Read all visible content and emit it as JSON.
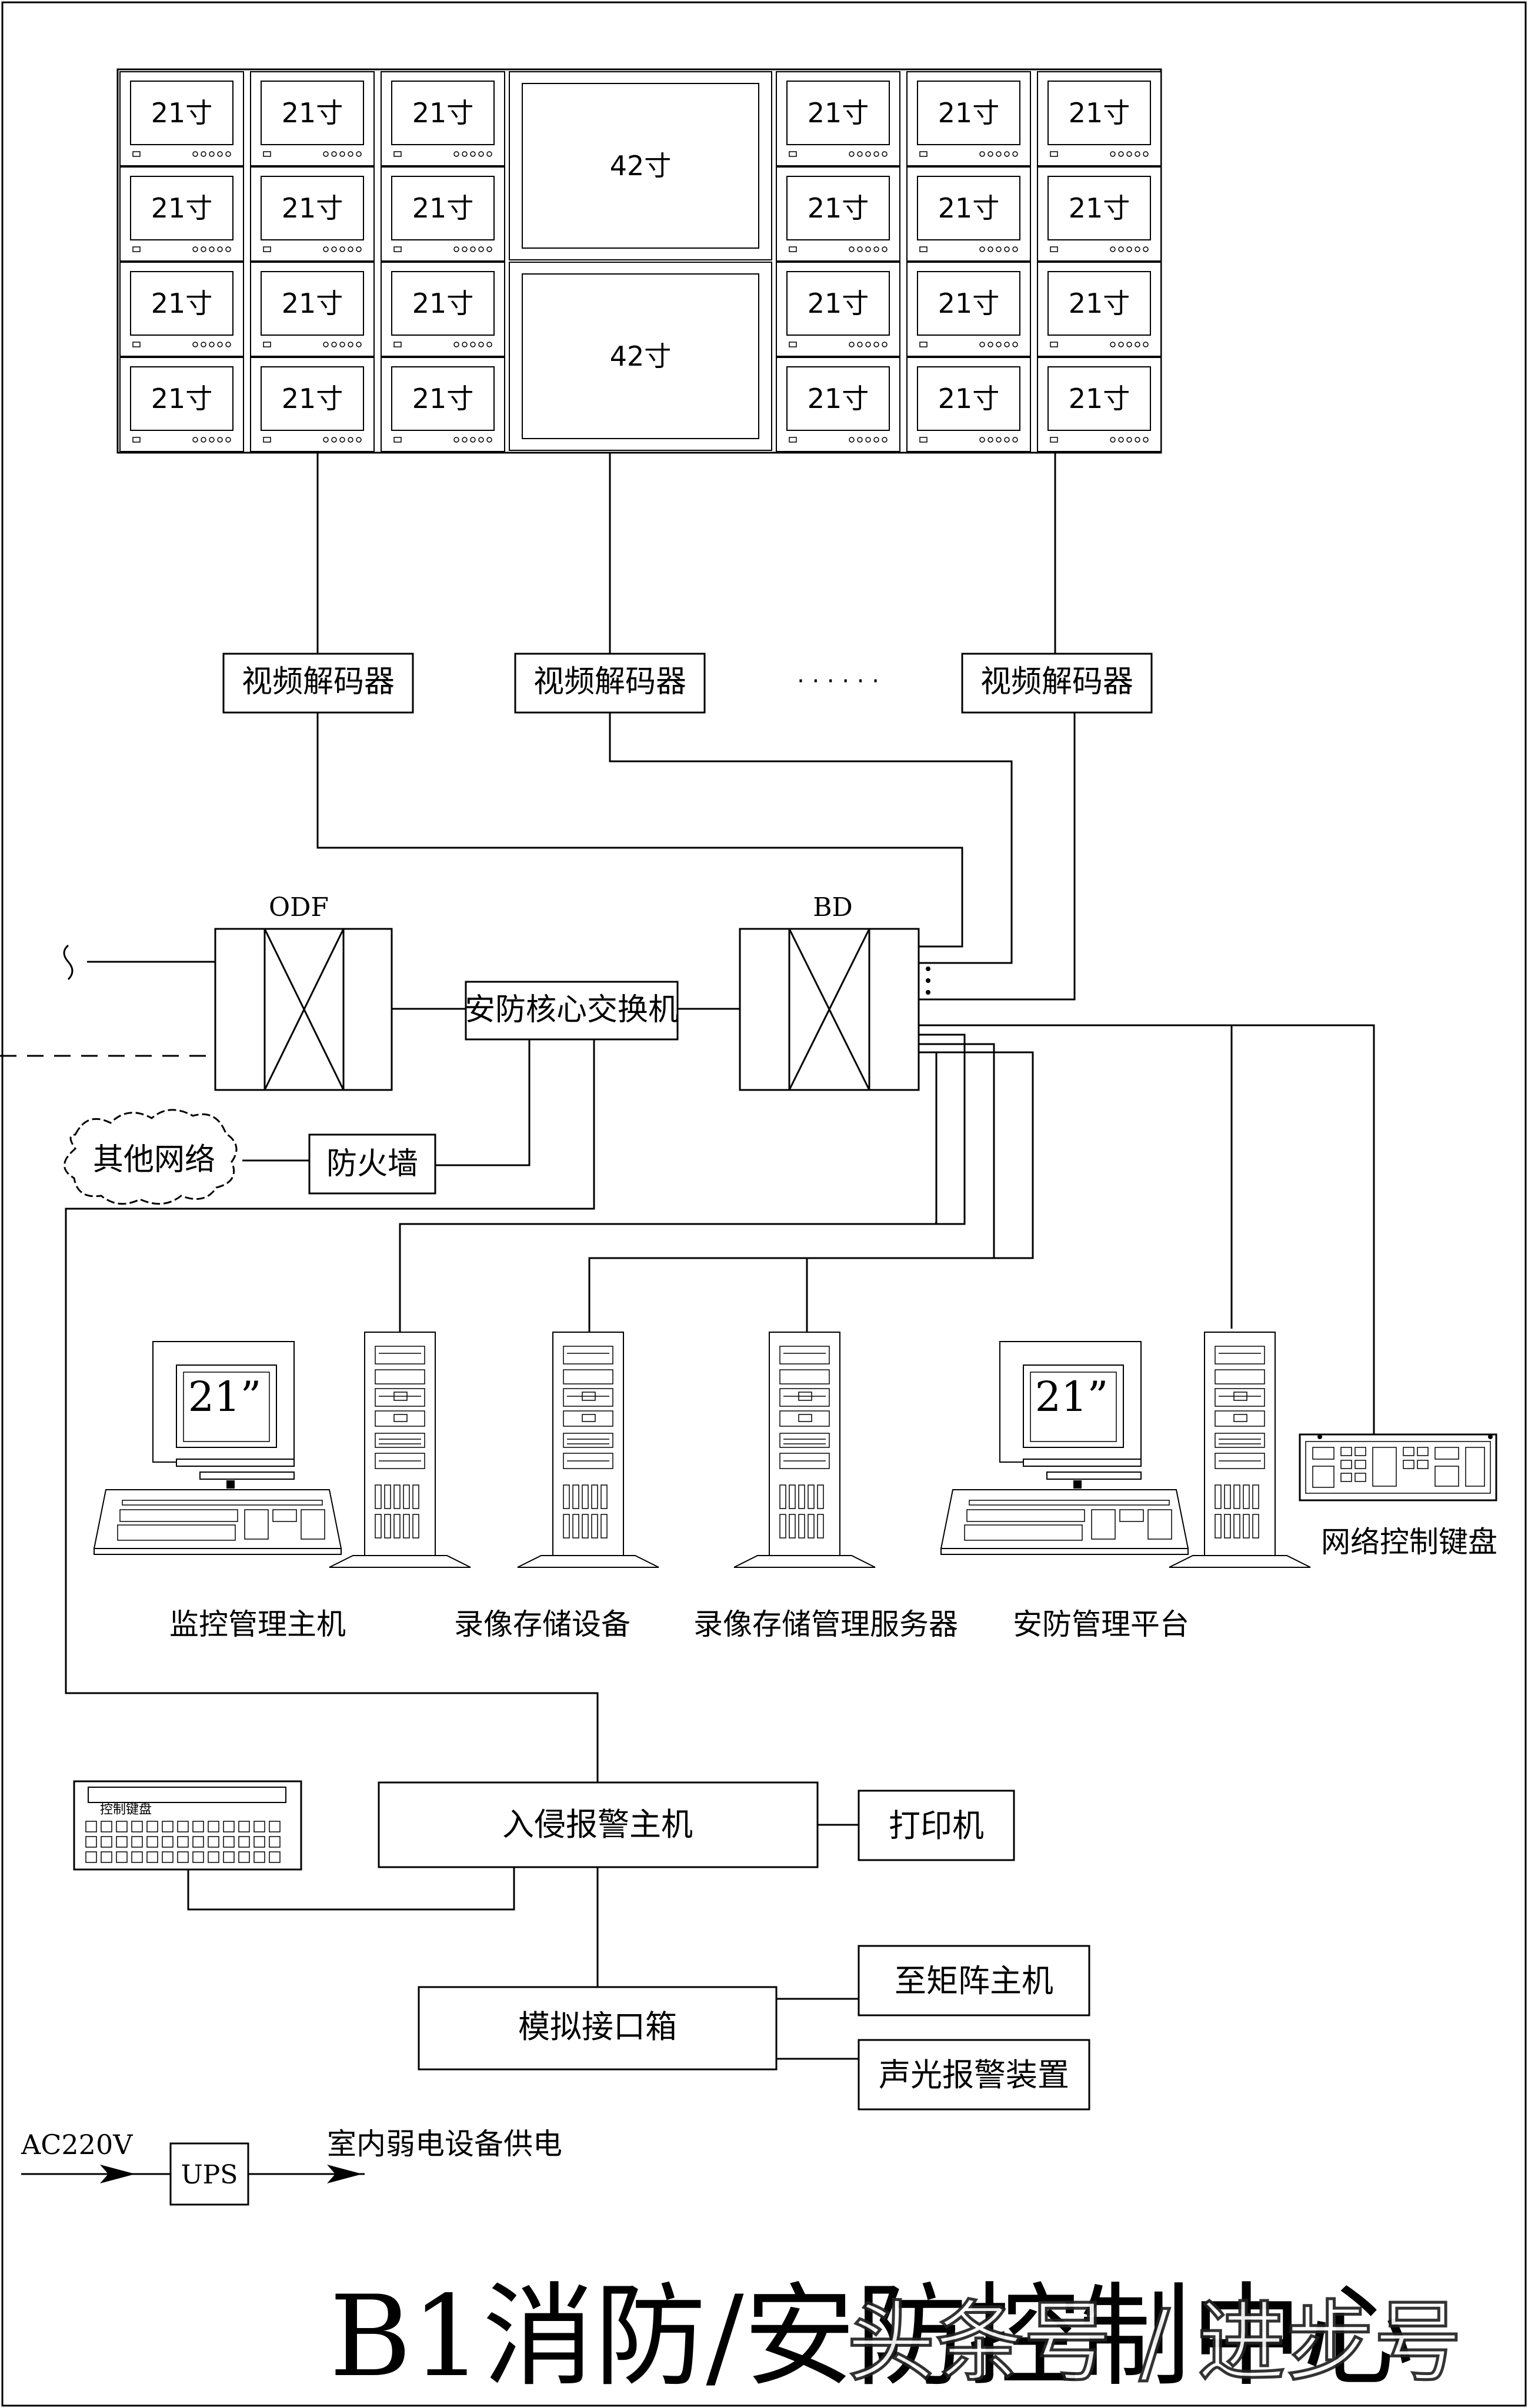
{
  "video_wall": {
    "small_monitor_label": "21寸",
    "large_monitor_label": "42寸"
  },
  "decoders": {
    "label": "视频解码器",
    "ellipsis": "· · · · · ·"
  },
  "odf": {
    "label": "ODF"
  },
  "bd": {
    "label": "BD"
  },
  "core_switch": {
    "label": "安防核心交换机"
  },
  "other_network": {
    "label": "其他网络"
  },
  "firewall": {
    "label": "防火墙"
  },
  "monitor_screen_text": "21”",
  "devices": {
    "monitoring_host": "监控管理主机",
    "recording_storage": "录像存储设备",
    "storage_server": "录像存储管理服务器",
    "security_platform": "安防管理平台",
    "network_keyboard": "网络控制键盘"
  },
  "alarm": {
    "keyboard_label": "控制键盘",
    "host": "入侵报警主机",
    "printer": "打印机",
    "interface_box": "模拟接口箱",
    "matrix_host": "至矩阵主机",
    "sound_light_alarm": "声光报警装置"
  },
  "power": {
    "input": "AC220V",
    "ups": "UPS",
    "output": "室内弱电设备供电"
  },
  "title": "B1消防/安防控制中心",
  "watermark": "头条号 / 进步号"
}
